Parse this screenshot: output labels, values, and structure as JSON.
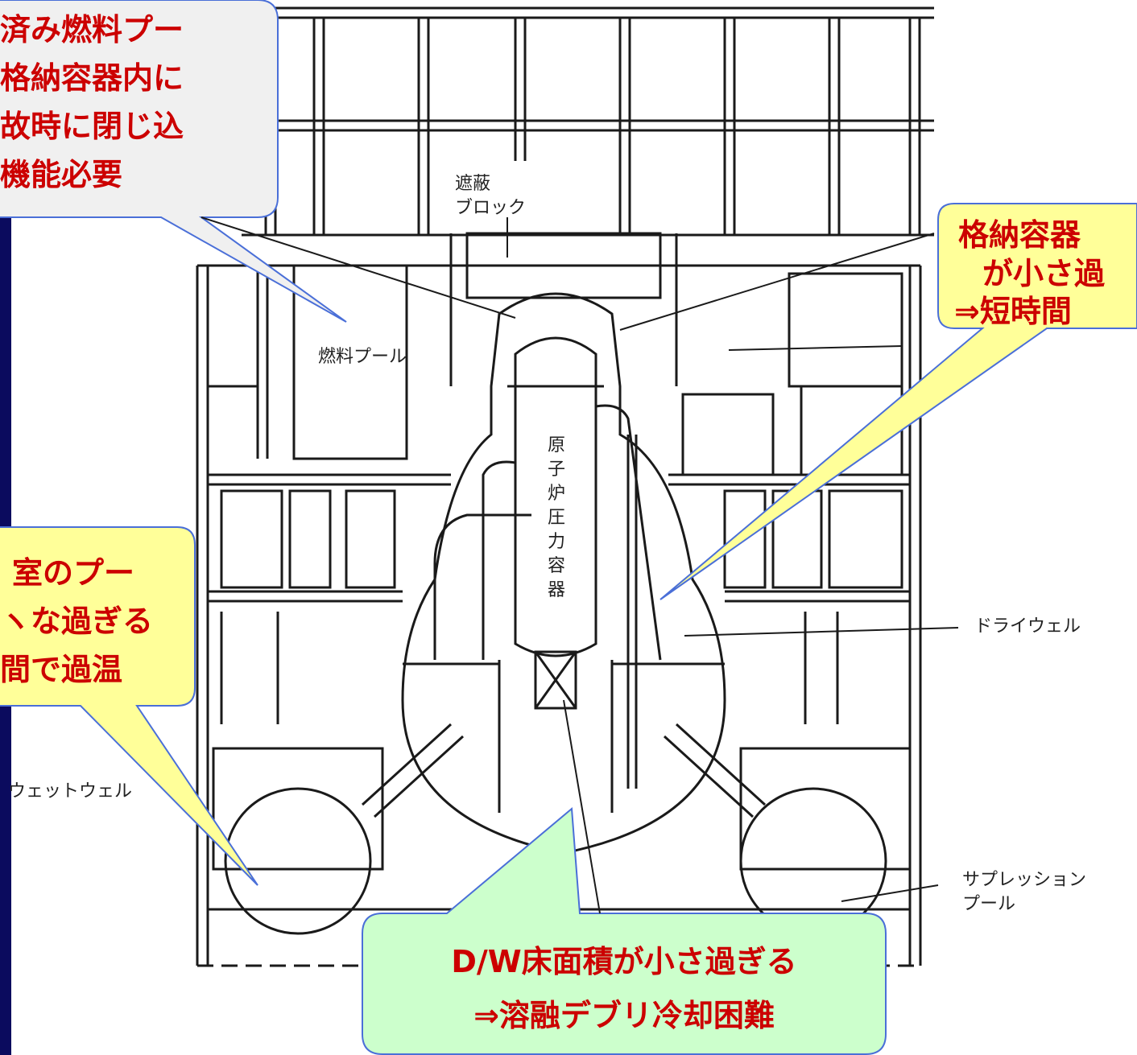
{
  "colors": {
    "navy_strip": "#0b0b5e",
    "callout_gray": "#f0f0f0",
    "callout_yellow": "#ffff99",
    "callout_green": "#ccffcc",
    "callout_border": "#4a6fd8",
    "callout_text": "#cc0000",
    "line": "#1a1a1a"
  },
  "callouts": {
    "top_left": {
      "lines": [
        "済み燃料プー",
        "格納容器内に",
        "故時に閉じ込",
        "機能必要"
      ]
    },
    "top_right": {
      "lines": [
        "格納容器",
        "が小さ過",
        "⇒短時間"
      ]
    },
    "mid_left": {
      "lines": [
        "室のプー",
        "ヽな過ぎる",
        "間で過温"
      ]
    },
    "bottom": {
      "lines": [
        "D/W床面積が小さ過ぎる",
        "⇒溶融デブリ冷却困難"
      ]
    }
  },
  "labels": {
    "shield_block_1": "遮蔽",
    "shield_block_2": "ブロック",
    "fuel_pool": "燃料プール",
    "rpv": [
      "原",
      "子",
      "炉",
      "圧",
      "力",
      "容",
      "器"
    ],
    "drywell": "ドライウェル",
    "wetwell": "ウェットウェル",
    "suppression_1": "サプレッション",
    "suppression_2": "プール"
  }
}
